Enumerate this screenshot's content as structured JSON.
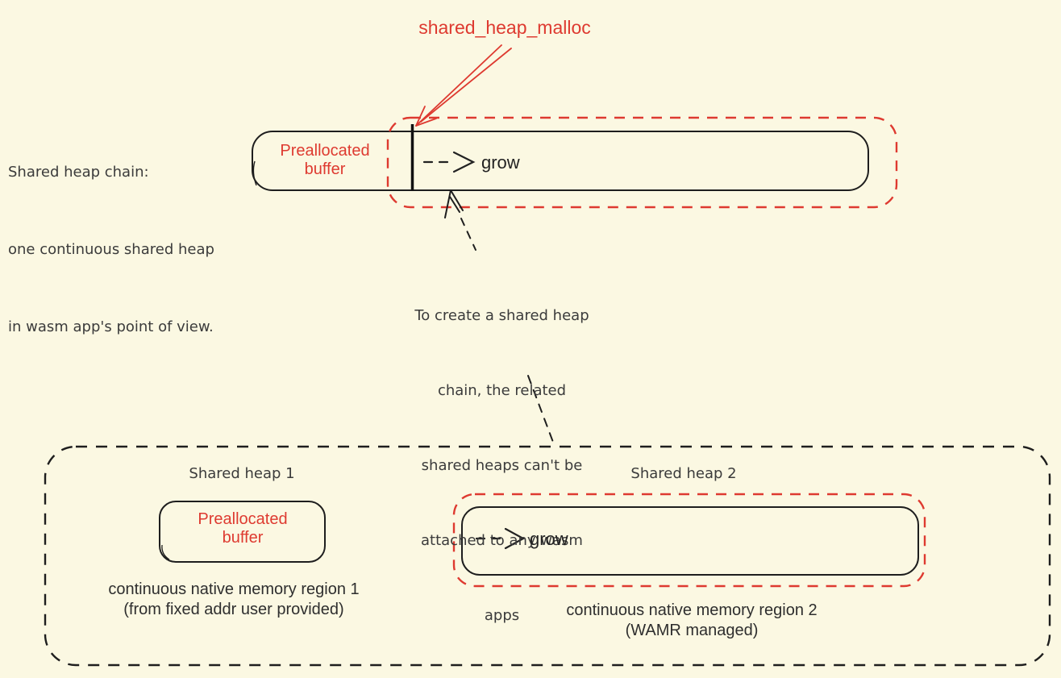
{
  "colors": {
    "background": "#fbf8e2",
    "accent_red": "#de3a30",
    "stroke_ink": "#1e1e1e",
    "soft_text": "#3b3b3b",
    "caption_text": "#2e2e2e"
  },
  "annotations": {
    "malloc_label": "shared_heap_malloc",
    "intro": {
      "line1": "Shared heap chain:",
      "line2": "one continuous shared heap",
      "line3": "in wasm app's point of view."
    },
    "note": {
      "line1": "To create a shared heap",
      "line2": "chain, the related",
      "line3": "shared heaps can't be",
      "line4": "attached to any wasm",
      "line5": "apps"
    }
  },
  "chain_view": {
    "preallocated_label": "Preallocated buffer",
    "grow_label": "grow"
  },
  "heap1": {
    "title": "Shared heap 1",
    "box_label": "Preallocated buffer",
    "caption_line1": "continuous native memory region 1",
    "caption_line2": "(from fixed addr user provided)"
  },
  "heap2": {
    "title": "Shared heap 2",
    "grow_label": "grow",
    "caption_line1": "continuous native memory region 2",
    "caption_line2": "(WAMR managed)"
  }
}
